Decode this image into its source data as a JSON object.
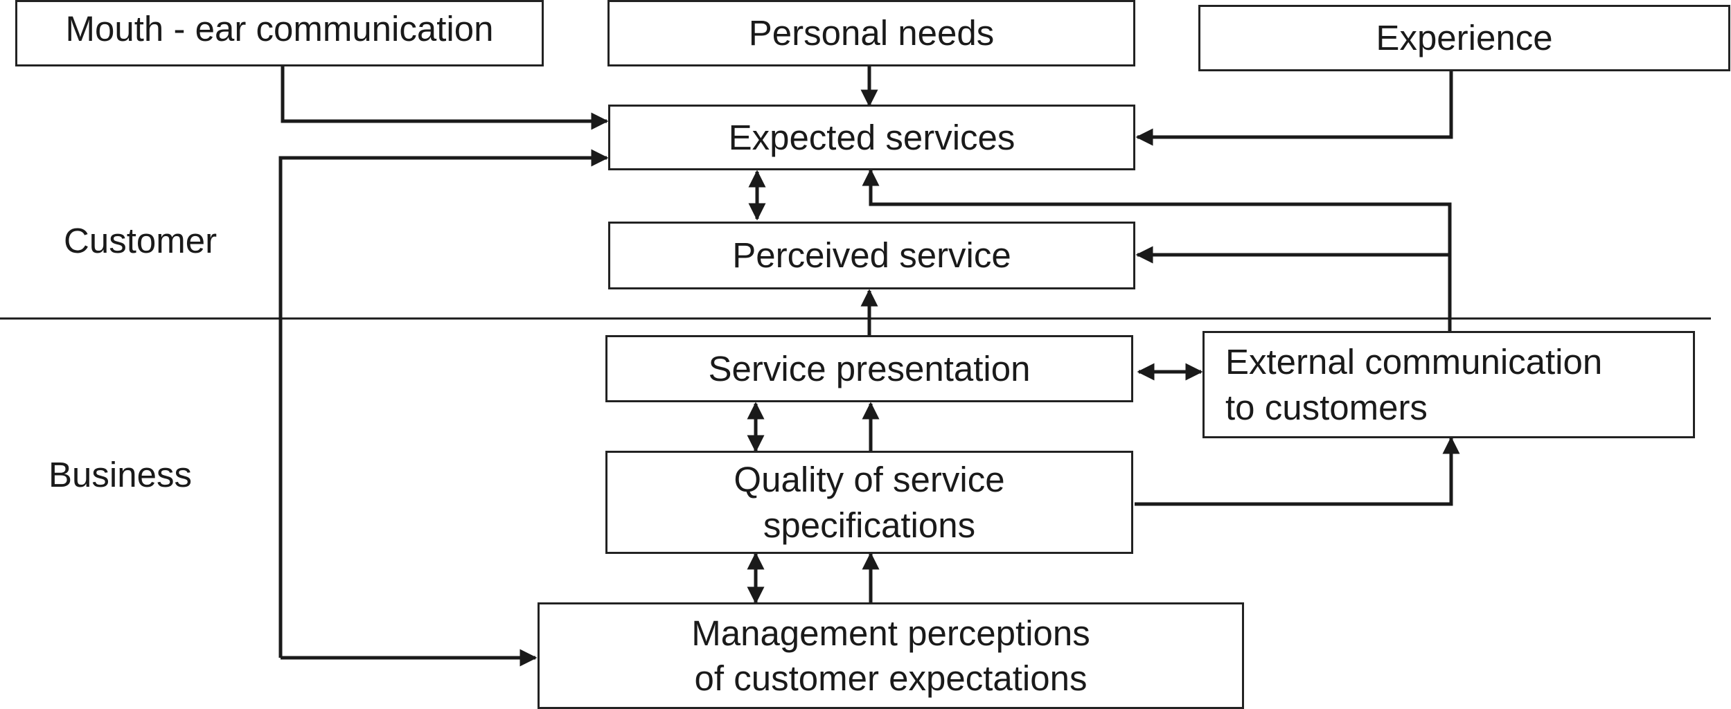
{
  "labels": {
    "customer": "Customer",
    "business": "Business"
  },
  "boxes": {
    "mouth_ear": "Mouth - ear communication",
    "personal_needs": "Personal needs",
    "experience": "Experience",
    "expected_services": "Expected services",
    "perceived_service": "Perceived service",
    "service_presentation": "Service presentation",
    "external_communication": "External communication\nto customers",
    "quality_specifications": "Quality of service\nspecifications",
    "management_perceptions": "Management perceptions\nof customer expectations"
  }
}
